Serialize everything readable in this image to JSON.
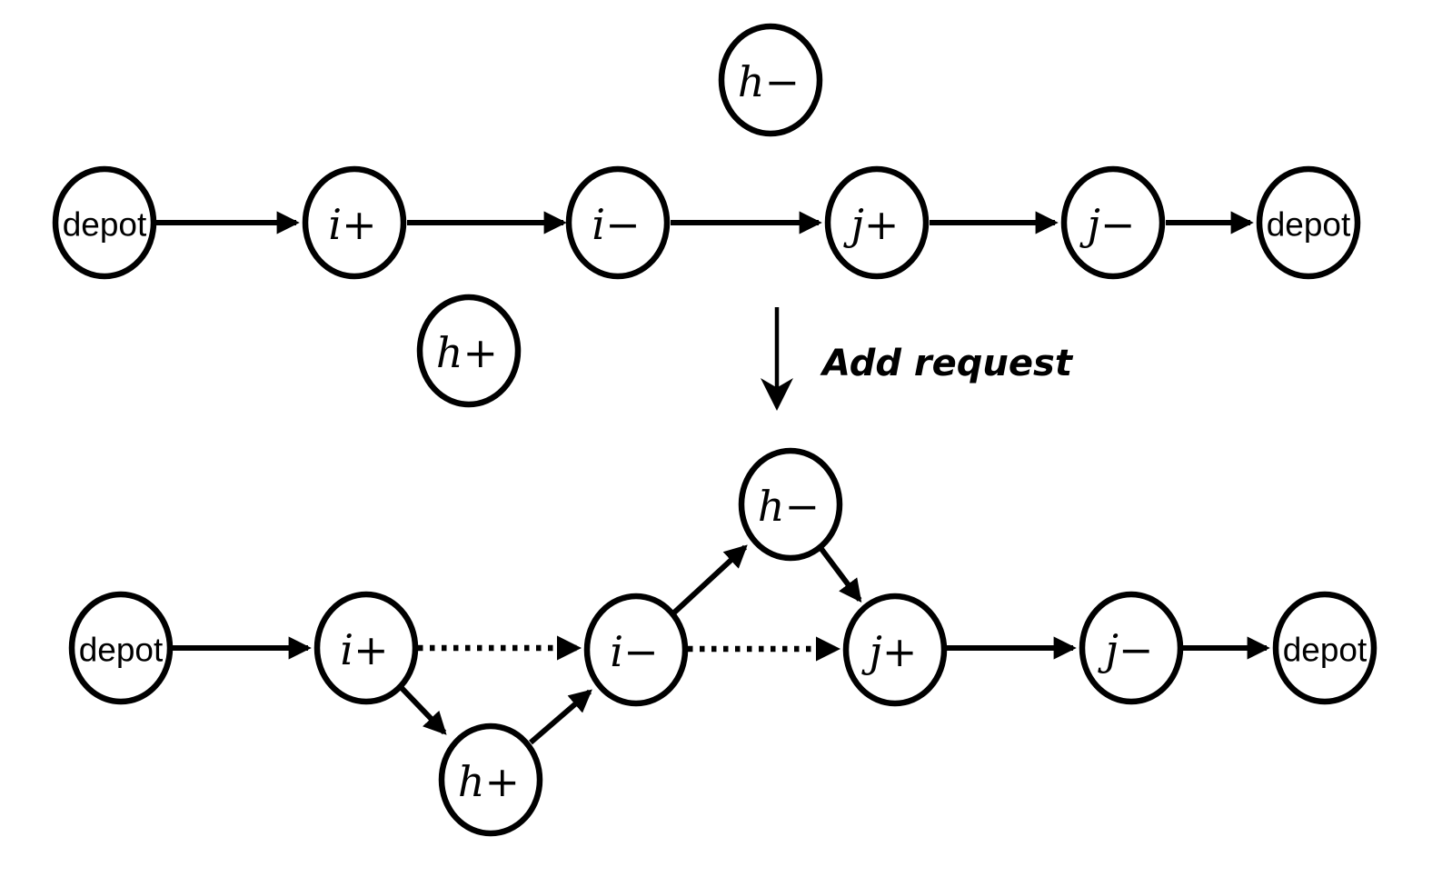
{
  "diagram": {
    "title_hidden": "",
    "transition": {
      "label": "Add request"
    },
    "nodes": {
      "top": [
        {
          "id": "depot-start",
          "label": "depot"
        },
        {
          "id": "i-plus",
          "label": "i+"
        },
        {
          "id": "i-minus",
          "label": "i−"
        },
        {
          "id": "j-plus",
          "label": "j+"
        },
        {
          "id": "j-minus",
          "label": "j−"
        },
        {
          "id": "depot-end",
          "label": "depot"
        },
        {
          "id": "h-minus-floating",
          "label": "h−"
        },
        {
          "id": "h-plus-floating",
          "label": "h+"
        }
      ],
      "bottom": [
        {
          "id": "depot-start",
          "label": "depot"
        },
        {
          "id": "i-plus",
          "label": "i+"
        },
        {
          "id": "i-minus",
          "label": "i−"
        },
        {
          "id": "j-plus",
          "label": "j+"
        },
        {
          "id": "j-minus",
          "label": "j−"
        },
        {
          "id": "depot-end",
          "label": "depot"
        },
        {
          "id": "h-minus",
          "label": "h−"
        },
        {
          "id": "h-plus",
          "label": "h+"
        }
      ]
    },
    "graph": {
      "before": {
        "route": [
          "depot",
          "i+",
          "i−",
          "j+",
          "j−",
          "depot"
        ],
        "floating_nodes": [
          "h−",
          "h+"
        ],
        "edges": [
          {
            "from": "depot",
            "to": "i+",
            "style": "solid"
          },
          {
            "from": "i+",
            "to": "i−",
            "style": "solid"
          },
          {
            "from": "i−",
            "to": "j+",
            "style": "solid"
          },
          {
            "from": "j+",
            "to": "j−",
            "style": "solid"
          },
          {
            "from": "j−",
            "to": "depot",
            "style": "solid"
          }
        ]
      },
      "after": {
        "route": [
          "depot",
          "i+",
          "h+",
          "i−",
          "h−",
          "j+",
          "j−",
          "depot"
        ],
        "edges": [
          {
            "from": "depot",
            "to": "i+",
            "style": "solid"
          },
          {
            "from": "i+",
            "to": "i−",
            "style": "dotted"
          },
          {
            "from": "i+",
            "to": "h+",
            "style": "solid"
          },
          {
            "from": "h+",
            "to": "i−",
            "style": "solid"
          },
          {
            "from": "i−",
            "to": "h−",
            "style": "solid"
          },
          {
            "from": "h−",
            "to": "j+",
            "style": "solid"
          },
          {
            "from": "i−",
            "to": "j+",
            "style": "dotted"
          },
          {
            "from": "j+",
            "to": "j−",
            "style": "solid"
          },
          {
            "from": "j−",
            "to": "depot",
            "style": "solid"
          }
        ]
      }
    },
    "colors": {
      "stroke": "#000000",
      "background": "#ffffff"
    }
  }
}
